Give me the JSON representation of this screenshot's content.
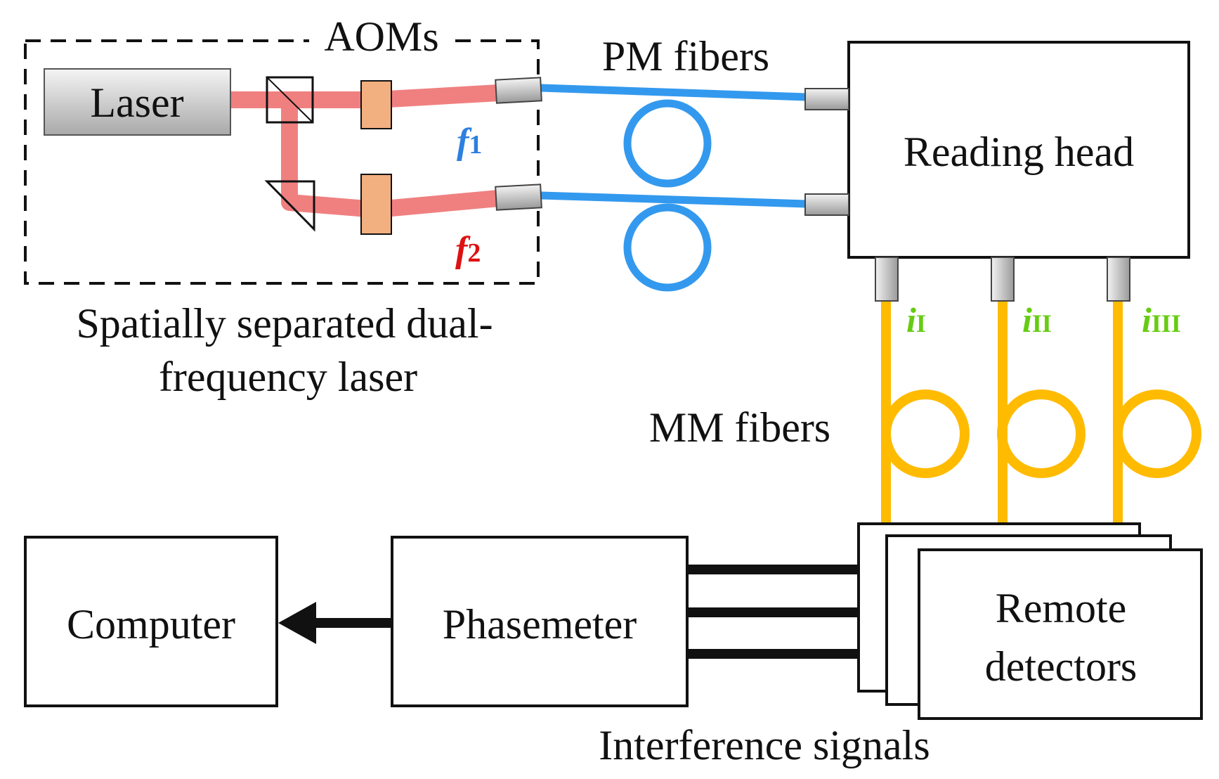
{
  "labels": {
    "aoms": "AOMs",
    "laser": "Laser",
    "pm_fibers": "PM fibers",
    "reading_head": "Reading head",
    "source_caption_line1": "Spatially separated dual-",
    "source_caption_line2": "frequency laser",
    "mm_fibers": "MM fibers",
    "computer": "Computer",
    "phasemeter": "Phasemeter",
    "remote_detectors_line1": "Remote",
    "remote_detectors_line2": "detectors",
    "interference_signals": "Interference signals"
  },
  "symbols": {
    "f1": {
      "base": "f",
      "sub": "1"
    },
    "f2": {
      "base": "f",
      "sub": "2"
    },
    "i1": {
      "base": "i",
      "sub": "I"
    },
    "i2": {
      "base": "i",
      "sub": "II"
    },
    "i3": {
      "base": "i",
      "sub": "III"
    }
  },
  "colors": {
    "laser_beam": "#f08080",
    "pm_fiber": "#3399ee",
    "mm_fiber": "#ffbb00",
    "f1_label": "#2d7fe0",
    "f2_label": "#dd1111",
    "i_labels": "#66cc11",
    "aom_fill": "#f2b080"
  }
}
